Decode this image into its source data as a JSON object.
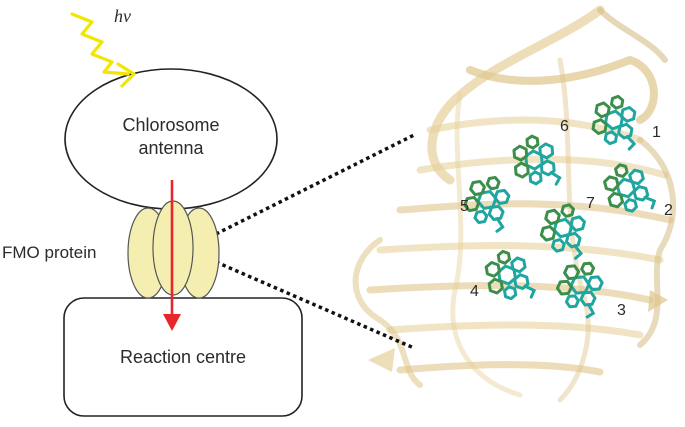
{
  "photon_label": "hν",
  "chlorosome": {
    "line1": "Chlorosome",
    "line2": "antenna"
  },
  "fmo_label": "FMO protein",
  "reaction_centre_label": "Reaction centre",
  "chromophore_labels": [
    "1",
    "2",
    "3",
    "4",
    "5",
    "6",
    "7"
  ],
  "colors": {
    "photon_arrow": "#f2e600",
    "energy_arrow": "#e8262b",
    "fmo_fill": "#f4efb0",
    "protein_ribbon": "#e3c98a",
    "chromophore_teal": "#1fa6a0",
    "chromophore_green": "#3b8f4a"
  }
}
